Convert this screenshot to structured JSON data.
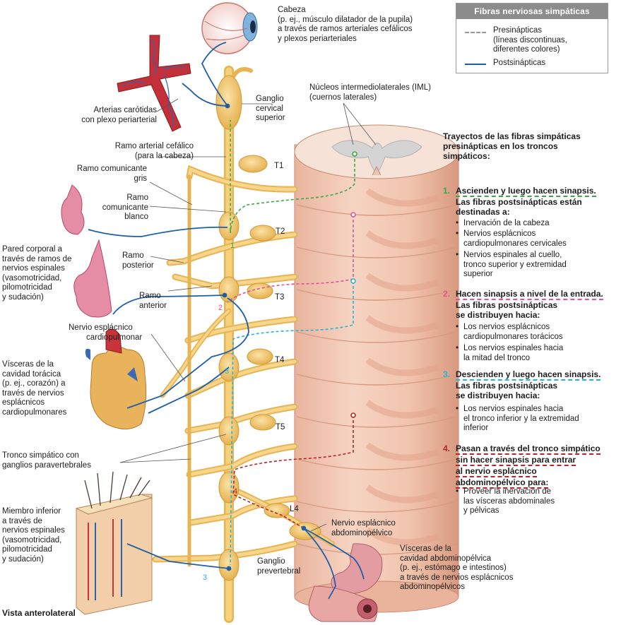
{
  "legend": {
    "title": "Fibras nerviosas simpáticas",
    "pre_lines": [
      "Presinápticas",
      "(líneas discontinuas,",
      "diferentes colores)"
    ],
    "post": "Postsinápticas"
  },
  "labels": {
    "cabeza": [
      "Cabeza",
      "(p. ej., músculo dilatador de la pupila)",
      "a través de ramos arteriales cefálicos",
      "y plexos periarteriales"
    ],
    "arterias": [
      "Arterias carótidas",
      "con plexo periarterial"
    ],
    "ganglio_cervical": [
      "Ganglio",
      "cervical",
      "superior"
    ],
    "nucleos": [
      "Núcleos intermediolaterales (IML)",
      "(cuernos laterales)"
    ],
    "ramo_arterial": [
      "Ramo arterial cefálico",
      "(para la cabeza)"
    ],
    "ramo_gris": [
      "Ramo comunicante",
      "gris"
    ],
    "ramo_blanco": [
      "Ramo",
      "comunicante",
      "blanco"
    ],
    "pared": [
      "Pared corporal a",
      "través de ramos de",
      "nervios espinales",
      "(vasomotricidad,",
      "pilomotricidad",
      "y sudación)"
    ],
    "ramo_posterior": [
      "Ramo",
      "posterior"
    ],
    "ramo_anterior": [
      "Ramo",
      "anterior"
    ],
    "nervio_cardio": [
      "Nervio esplácnico",
      "cardiopulmonar"
    ],
    "visceras_tor": [
      "Vísceras de la",
      "cavidad torácica",
      "(p. ej., corazón) a",
      "través de nervios",
      "esplácnicos",
      "cardiopulmonares"
    ],
    "tronco": [
      "Tronco simpático con",
      "ganglios paravertebrales"
    ],
    "miembro": [
      "Miembro inferior",
      "a través de",
      "nervios espinales",
      "(vasomotricidad,",
      "pilomotricidad",
      "y sudación)"
    ],
    "nervio_abd": [
      "Nervio esplácnico",
      "abdominopélvico"
    ],
    "ganglio_prev": [
      "Ganglio",
      "prevertebral"
    ],
    "visceras_abd": [
      "Vísceras de la",
      "cavidad abdominopélvica",
      "(p. ej., estómago e intestinos)",
      "a través de nervios esplácnicos",
      "abdominopélvicos"
    ],
    "vista": "Vista anterolateral",
    "levels": [
      "T1",
      "T2",
      "T3",
      "T4",
      "T5",
      "L4"
    ],
    "path_nums": [
      "1",
      "2",
      "3",
      "3",
      "4"
    ]
  },
  "pathways": {
    "title": [
      "Trayectos de las fibras simpáticas",
      "presinápticas en los troncos",
      "simpáticos:"
    ],
    "items": [
      {
        "num": "1.",
        "head": [
          "Ascienden y luego hacen sinapsis.",
          "Las fibras postsinápticas están",
          "destinadas a:"
        ],
        "bullets": [
          [
            "Inervación de la cabeza"
          ],
          [
            "Nervios esplácnicos",
            "cardiopulmonares cervicales"
          ],
          [
            "Nervios espinales al cuello,",
            "tronco superior y extremidad",
            "superior"
          ]
        ]
      },
      {
        "num": "2.",
        "head": [
          "Hacen sinapsis a nivel de la entrada.",
          "Las fibras postsinápticas",
          "se distribuyen hacia:"
        ],
        "bullets": [
          [
            "Los nervios esplácnicos",
            "cardiopulmonares torácicos"
          ],
          [
            "Los nervios espinales hacia",
            "la mitad del tronco"
          ]
        ]
      },
      {
        "num": "3.",
        "head": [
          "Descienden y luego hacen sinapsis.",
          "Las fibras postsinápticas",
          "se distribuyen hacia:"
        ],
        "bullets": [
          [
            "Los nervios espinales hacia",
            "el tronco inferior y la extremidad",
            "inferior"
          ]
        ]
      },
      {
        "num": "4.",
        "head": [
          "Pasan a través del tronco simpático",
          "sin hacer sinapsis para entrar",
          "al nervio esplácnico",
          "abdominopélvico para:"
        ],
        "bullets": [
          [
            "Proveer la inervación de",
            "las vísceras abdominales",
            "y pélvicas"
          ]
        ]
      }
    ]
  },
  "colors": {
    "nerve": "#f2c76a",
    "nerve_dark": "#d9a53d",
    "cord": "#f3c7b1",
    "cord_dark": "#d79a82",
    "gray_matter": "#d5d5d5",
    "post": "#1f5fa8",
    "pre1": "#3aa845",
    "pre2": "#e0529b",
    "pre3": "#26b4d6",
    "pre4": "#b3262b",
    "legend_header": "#8c8c8c"
  }
}
